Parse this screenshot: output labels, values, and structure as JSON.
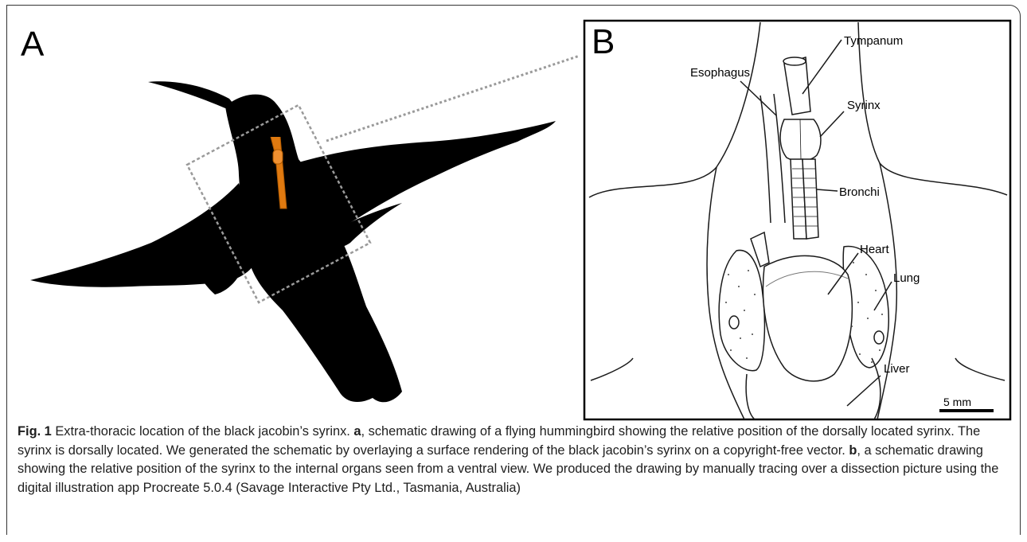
{
  "panel_a": {
    "letter": "A"
  },
  "panel_b": {
    "letter": "B",
    "labels": {
      "esophagus": "Esophagus",
      "tympanum": "Tympanum",
      "syrinx": "Syrinx",
      "bronchi": "Bronchi",
      "heart": "Heart",
      "lung": "Lung",
      "liver": "Liver"
    },
    "scale_bar": "5 mm"
  },
  "caption": {
    "fig_label": "Fig. 1",
    "title": " Extra-thoracic location of the black jacobin’s syrinx. ",
    "a_label": "a",
    "a_text": ", schematic drawing of a flying hummingbird showing the relative position of the dorsally located syrinx. The syrinx is dorsally located. We generated the schematic by overlaying a surface rendering of the black jacobin’s syrinx on a copyright-free vector. ",
    "b_label": "b",
    "b_text": ", a schematic drawing showing the relative position of the syrinx to the internal organs seen from a ventral view. We produced the drawing by manually tracing over a dissection picture using the digital illustration app Procreate 5.0.4 (Savage Interactive Pty Ltd., Tasmania, Australia)"
  },
  "colors": {
    "silhouette": "#000000",
    "syrinx_overlay": "#e07a10",
    "zoom_box": "#9a9a9a",
    "outline": "#1a1a1a"
  }
}
